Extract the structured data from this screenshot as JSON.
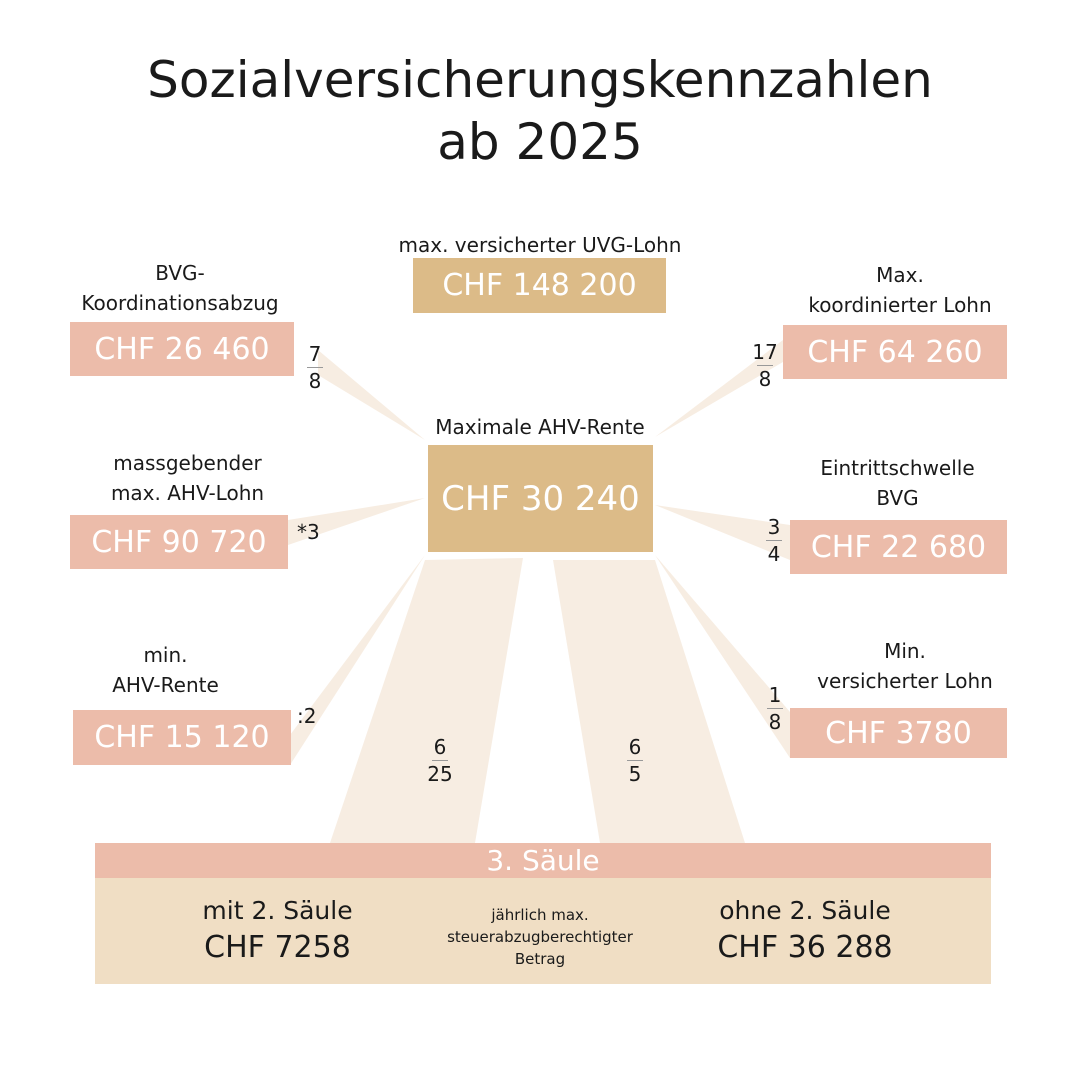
{
  "title": {
    "line1": "Sozialversicherungskennzahlen",
    "line2": "ab 2025"
  },
  "center": {
    "label": "Maximale AHV-Rente",
    "value": "CHF 30 240"
  },
  "uvg": {
    "label": "max. versicherter UVG-Lohn",
    "value": "CHF 148 200"
  },
  "bvg_koord": {
    "label1": "BVG-",
    "label2": "Koordinationsabzug",
    "value": "CHF 26 460",
    "frac_num": "7",
    "frac_den": "8"
  },
  "ahv_lohn": {
    "label1": "massgebender",
    "label2": "max. AHV-Lohn",
    "value": "CHF 90 720",
    "op": "*3"
  },
  "min_ahv": {
    "label1": "min.",
    "label2": "AHV-Rente",
    "value": "CHF 15 120",
    "op": ":2"
  },
  "max_koord": {
    "label1": "Max.",
    "label2": "koordinierter Lohn",
    "value": "CHF 64 260",
    "frac_num": "17",
    "frac_den": "8"
  },
  "eintritt": {
    "label1": "Eintrittschwelle",
    "label2": "BVG",
    "value": "CHF 22 680",
    "frac_num": "3",
    "frac_den": "4"
  },
  "min_vers": {
    "label1": "Min.",
    "label2": "versicherter Lohn",
    "value": "CHF 3780",
    "frac_num": "1",
    "frac_den": "8"
  },
  "saule_left_frac": {
    "num": "6",
    "den": "25"
  },
  "saule_right_frac": {
    "num": "6",
    "den": "5"
  },
  "saule": {
    "header": "3. Säule",
    "left_label": "mit 2. Säule",
    "left_value": "CHF 7258",
    "note1": "jährlich max.",
    "note2": "steuerabzugberechtigter",
    "note3": "Betrag",
    "right_label": "ohne 2. Säule",
    "right_value": "CHF 36 288"
  },
  "colors": {
    "salmon": "#ecbcaa",
    "gold": "#dcbb88",
    "ray": "#f7ede2",
    "saule_body": "#f0dec4"
  }
}
